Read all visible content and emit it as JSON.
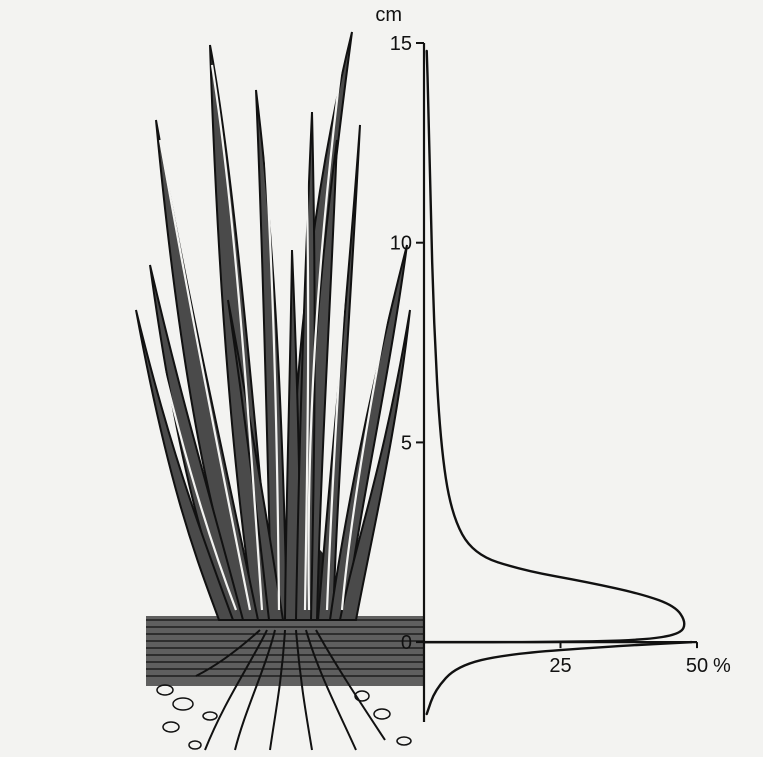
{
  "chart_data": {
    "type": "line",
    "y_unit": "cm",
    "x_unit": "%",
    "x_ticks": [
      "25",
      "50"
    ],
    "y_ticks": [
      "0",
      "5",
      "10",
      "15"
    ],
    "xlim": [
      0,
      50
    ],
    "ylim": [
      -2,
      15
    ],
    "grid": false,
    "legend": "none",
    "series": [
      {
        "values": [
          {
            "x": 0.5,
            "y": 14.8
          },
          {
            "x": 0.8,
            "y": 13.5
          },
          {
            "x": 1.2,
            "y": 11
          },
          {
            "x": 1.8,
            "y": 8
          },
          {
            "x": 3,
            "y": 5
          },
          {
            "x": 5,
            "y": 3.2
          },
          {
            "x": 9,
            "y": 2.2
          },
          {
            "x": 18,
            "y": 1.8
          },
          {
            "x": 30,
            "y": 1.5
          },
          {
            "x": 40,
            "y": 1.2
          },
          {
            "x": 46,
            "y": 0.9
          },
          {
            "x": 48,
            "y": 0.5
          },
          {
            "x": 47,
            "y": 0.2
          },
          {
            "x": 40,
            "y": 0.05
          },
          {
            "x": 25,
            "y": 0
          },
          {
            "x": 0,
            "y": 0
          }
        ]
      },
      {
        "values": [
          {
            "x": 49,
            "y": 0
          },
          {
            "x": 35,
            "y": -0.1
          },
          {
            "x": 15,
            "y": -0.3
          },
          {
            "x": 6,
            "y": -0.6
          },
          {
            "x": 2,
            "y": -1.2
          },
          {
            "x": 0.5,
            "y": -1.8
          }
        ]
      }
    ]
  },
  "colors": {
    "ink": "#111111",
    "paper": "#f3f3f1"
  },
  "icons": [
    "grass-tuft-illustration"
  ]
}
